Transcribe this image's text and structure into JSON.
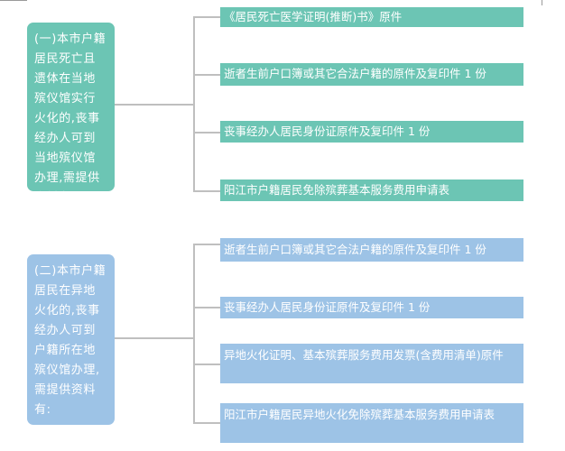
{
  "colors": {
    "teal": "#6cc5b4",
    "blue": "#9dc3e6",
    "connector": "#bfbfbf"
  },
  "group1": {
    "category": "(一)本市户籍居民死亡且遗体在当地殡仪馆实行火化的,丧事经办人可到当地殡仪馆办理,需提供资料有:",
    "items": [
      "《居民死亡医学证明(推断)书》原件",
      "逝者生前户口簿或其它合法户籍的原件及复印件 1 份",
      "丧事经办人居民身份证原件及复印件 1 份",
      "阳江市户籍居民免除殡葬基本服务费用申请表"
    ]
  },
  "group2": {
    "category": "(二)本市户籍居民在异地火化的,丧事经办人可到户籍所在地殡仪馆办理,需提供资料有:",
    "items": [
      "逝者生前户口簿或其它合法户籍的原件及复印件 1 份",
      "丧事经办人居民身份证原件及复印件 1 份",
      "异地火化证明、基本殡葬服务费用发票(含费用清单)原件",
      "阳江市户籍居民异地火化免除殡葬基本服务费用申请表"
    ]
  }
}
